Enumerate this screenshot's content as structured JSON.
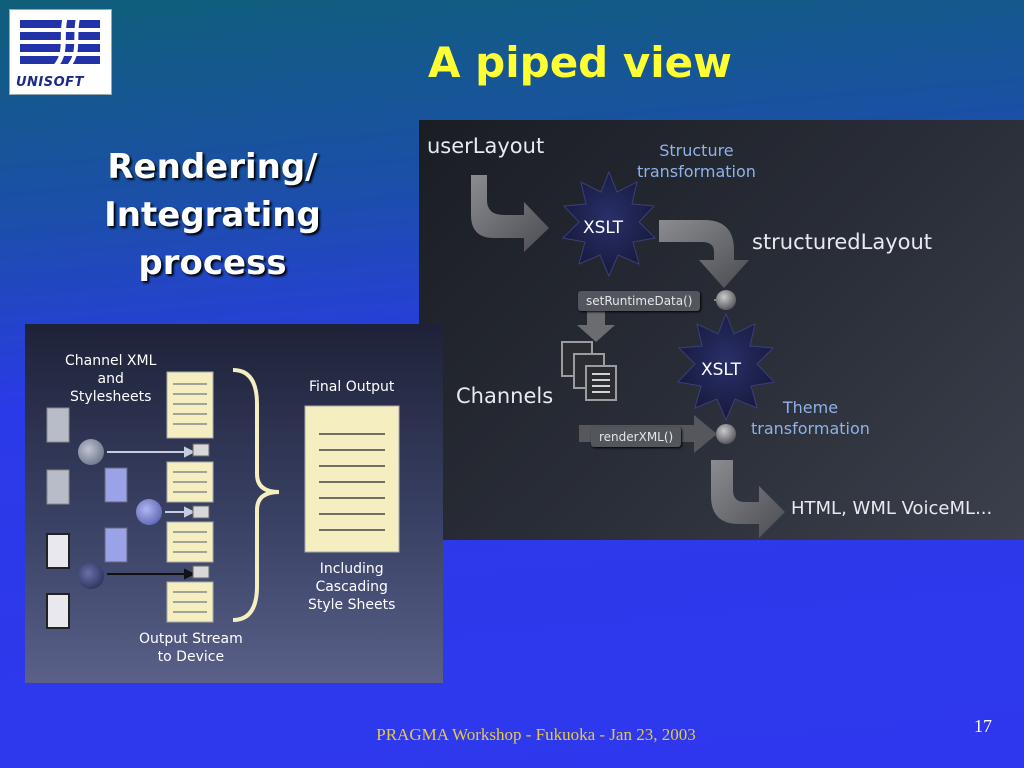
{
  "slide": {
    "title": "A piped view",
    "heading_lines": [
      "Rendering/",
      "Integrating",
      "process"
    ],
    "logo_text": "UNISOFT",
    "footer": "PRAGMA Workshop - Fukuoka - Jan 23, 2003",
    "page_number": "17"
  },
  "pipeline_diagram": {
    "user_layout": "userLayout",
    "structure_transformation": [
      "Structure",
      "transformation"
    ],
    "xslt_top": "XSLT",
    "structured_layout": "structuredLayout",
    "set_runtime_data": "setRuntimeData()",
    "channels": "Channels",
    "xslt_bottom": "XSLT",
    "theme_transformation": [
      "Theme",
      "transformation"
    ],
    "render_xml": "renderXML()",
    "output": "HTML, WML VoiceML..."
  },
  "rendering_diagram": {
    "channel_xml": [
      "Channel XML",
      "and",
      "Stylesheets"
    ],
    "final_output": "Final Output",
    "including": [
      "Including",
      "Cascading",
      "Style Sheets"
    ],
    "output_stream": [
      "Output Stream",
      "to Device"
    ]
  },
  "colors": {
    "title": "#ffff33",
    "footer": "#e6c94a",
    "accent_blue": "#8fb2e8"
  }
}
